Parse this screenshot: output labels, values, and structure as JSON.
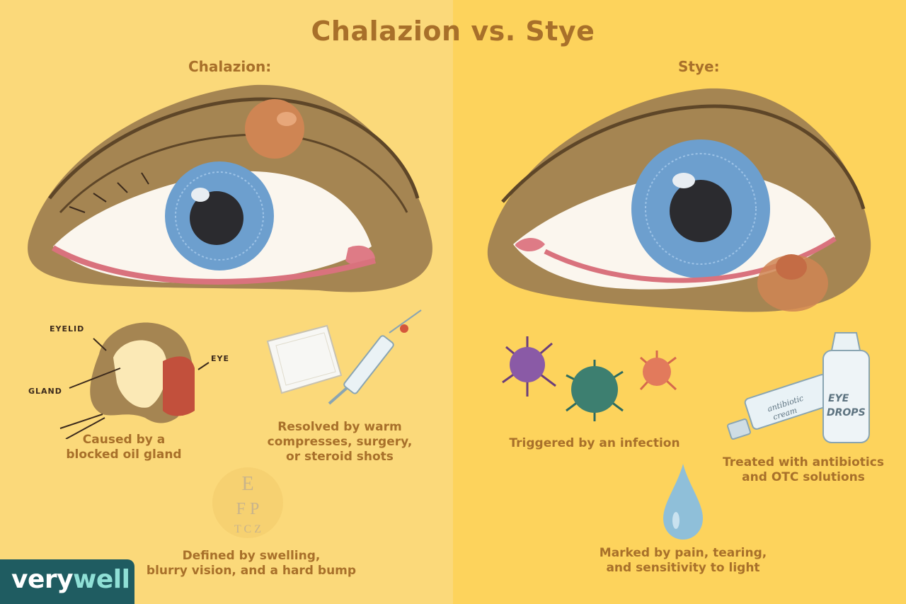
{
  "title": "Chalazion vs. Stye",
  "left": {
    "subtitle": "Chalazion:",
    "diagram_labels": {
      "eyelid": "EYELID",
      "eye": "EYE",
      "gland": "GLAND"
    },
    "captions": {
      "cause": [
        "Caused by a",
        "blocked oil gland"
      ],
      "treatment": [
        "Resolved by warm",
        "compresses, surgery,",
        "or steroid shots"
      ],
      "symptoms": [
        "Defined by swelling,",
        "blurry vision, and a hard bump"
      ]
    },
    "eye_chart_letters": [
      "E",
      "F P",
      "T C Z"
    ]
  },
  "right": {
    "subtitle": "Stye:",
    "captions": {
      "cause": [
        "Triggered by an infection"
      ],
      "treatment": [
        "Treated with antibiotics",
        "and OTC solutions"
      ],
      "symptoms": [
        "Marked by pain, tearing,",
        "and sensitivity to light"
      ]
    },
    "product_labels": {
      "cream": [
        "antibiotic",
        "cream"
      ],
      "drops": [
        "EYE",
        "DROPS"
      ]
    }
  },
  "brand": {
    "part1": "very",
    "part2": "well"
  },
  "colors": {
    "left_bg": "#fbd97a",
    "right_bg": "#fdd35c",
    "text": "#a8702a",
    "iris": "#6d9fce",
    "lid": "#a58552",
    "brand_bg": "#1f5c61"
  }
}
